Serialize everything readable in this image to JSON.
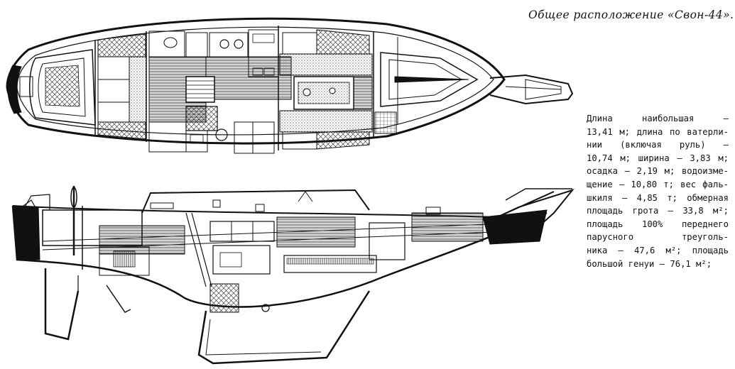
{
  "title": "Общее расположение «Свон-44».",
  "specs": {
    "lines": [
      "Длина наибольшая —",
      "13,41 м; длина по ватерли-",
      "нии (включая руль) —",
      "10,74 м; ширина — 3,83 м;",
      "осадка — 2,19 м; водоизме-",
      "щение — 10,80 т; вес фаль-",
      "шкиля — 4,85 т; обмерная",
      "площадь грота — 33,8 м²;",
      "площадь 100% переднего",
      "парусного треуголь-",
      "ника — 47,6 м²; площадь",
      "большой генуи — 76,1 м²;"
    ]
  },
  "colors": {
    "ink": "#111111",
    "paper": "#ffffff"
  }
}
